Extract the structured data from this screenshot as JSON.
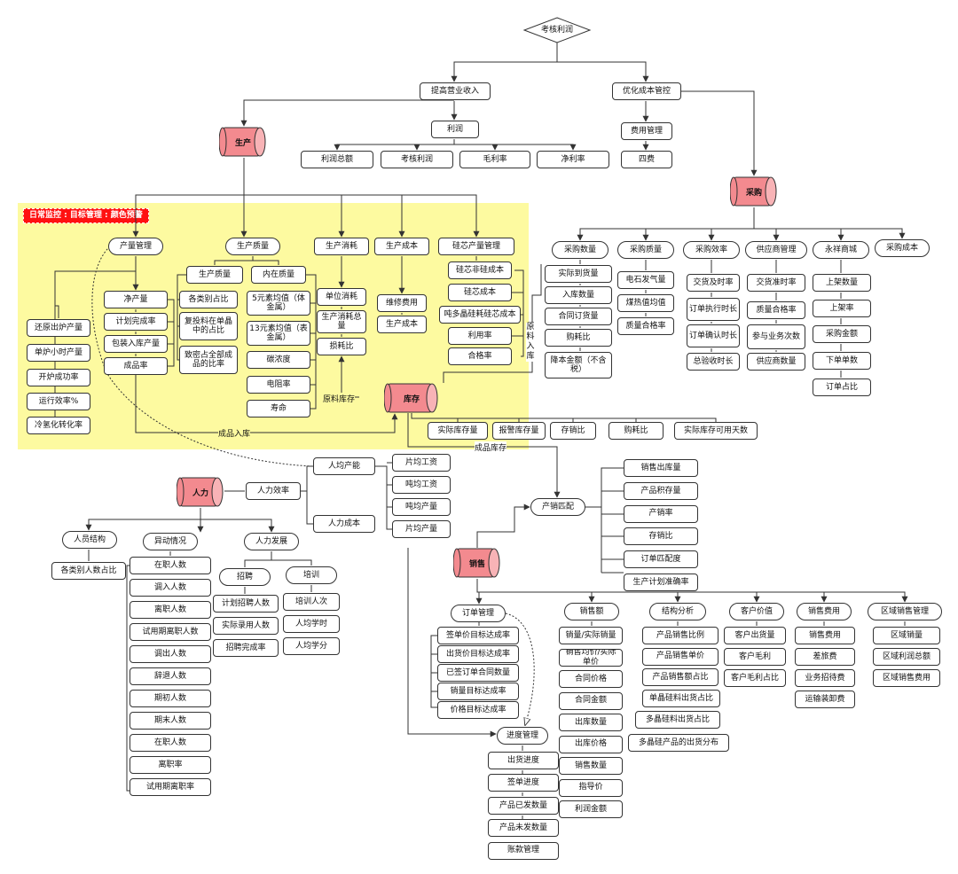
{
  "root": "考核利润",
  "hubs": {
    "production": "生产",
    "purchasing": "采购",
    "inventory": "库存",
    "hr": "人力",
    "sales": "销售"
  },
  "monitor_tag": "日常监控 : 目标管理 : 颜色预警",
  "level1": {
    "revenue": "提高营业收入",
    "cost": "优化成本管控",
    "profit": "利润",
    "fee_mgmt": "费用管理",
    "four_fees": "四费"
  },
  "profit_items": [
    "利润总额",
    "考核利润",
    "毛利率",
    "净利率"
  ],
  "production": {
    "output": {
      "title": "产量管理",
      "net": "净产量",
      "net_sub": [
        "计划完成率",
        "包装入库产量",
        "成品率"
      ],
      "left": [
        "还原出炉产量",
        "单炉小时产量",
        "开炉成功率",
        "运行效率%",
        "冷氢化转化率"
      ]
    },
    "quality": {
      "title": "生产质量",
      "prod_q": {
        "title": "生产质量",
        "items": [
          "各类别占比",
          "复投料在单晶中的占比",
          "致密占全部成品的比率"
        ]
      },
      "inner_q": {
        "title": "内在质量",
        "items": [
          "5元素均值（体金属）",
          "13元素均值（表金属）",
          "碳浓度",
          "电阻率",
          "寿命"
        ]
      }
    },
    "consumption": {
      "title": "生产消耗",
      "items": [
        "单位消耗",
        "生产消耗总量",
        "损耗比"
      ]
    },
    "cost": {
      "title": "生产成本",
      "items": [
        "维修费用",
        "生产成本"
      ]
    },
    "silicon": {
      "title": "硅芯产量管理",
      "items": [
        "硅芯非硅成本",
        "硅芯成本",
        "吨多晶硅耗硅芯成本",
        "利用率",
        "合格率"
      ]
    }
  },
  "purchasing": {
    "groups": [
      {
        "title": "采购数量",
        "items": [
          "实际到货量",
          "入库数量",
          "合同订货量",
          "购耗比",
          "降本金额（不含税）"
        ]
      },
      {
        "title": "采购质量",
        "items": [
          "电石发气量",
          "煤热值均值",
          "质量合格率"
        ]
      },
      {
        "title": "采购效率",
        "items": [
          "交货及时率",
          "订单执行时长",
          "订单确认时长",
          "总验收时长"
        ]
      },
      {
        "title": "供应商管理",
        "items": [
          "交货准时率",
          "质量合格率",
          "参与业务次数",
          "供应商数量"
        ]
      },
      {
        "title": "永祥商城",
        "items": [
          "上架数量",
          "上架率",
          "采购金额",
          "下单单数",
          "订单占比"
        ]
      },
      {
        "title": "采购成本",
        "items": []
      }
    ]
  },
  "inventory": {
    "items": [
      "实际库存量",
      "报警库存量",
      "存销比",
      "购耗比",
      "实际库存可用天数"
    ],
    "raw_in": "原料库存",
    "raw_in_vertical": "原料入库",
    "finished_in": "成品入库",
    "finished_stock": "成品库存"
  },
  "hr": {
    "efficiency": "人力效率",
    "per_output": "人均产能",
    "per_cost": "人力成本",
    "efficiency_items": [
      "片均工资",
      "吨均工资",
      "吨均产量",
      "片均产量"
    ],
    "structure": {
      "title": "人员结构",
      "items": [
        "各类别人数占比"
      ]
    },
    "changes": {
      "title": "异动情况",
      "items": [
        "在职人数",
        "调入人数",
        "离职人数",
        "试用期离职人数",
        "调出人数",
        "辞退人数",
        "期初人数",
        "期末人数",
        "在职人数",
        "离职率",
        "试用期离职率"
      ]
    },
    "development": {
      "title": "人力发展"
    },
    "recruit": {
      "title": "招聘",
      "items": [
        "计划招聘人数",
        "实际录用人数",
        "招聘完成率"
      ]
    },
    "training": {
      "title": "培训",
      "items": [
        "培训人次",
        "人均学时",
        "人均学分"
      ]
    }
  },
  "match": {
    "title": "产销匹配",
    "items": [
      "销售出库量",
      "产品积存量",
      "产销率",
      "存销比",
      "订单匹配度",
      "生产计划准确率"
    ]
  },
  "sales": {
    "order": {
      "title": "订单管理",
      "items": [
        "签单价目标达成率",
        "出货价目标达成率",
        "已签订单合同数量",
        "销量目标达成率",
        "价格目标达成率"
      ]
    },
    "progress": {
      "title": "进度管理",
      "items": [
        "出货进度",
        "签单进度",
        "产品已发数量",
        "产品未发数量",
        "账款管理"
      ]
    },
    "amount": {
      "title": "销售额",
      "items": [
        "销量/实际销量",
        "销售均价/实际单价",
        "合同价格",
        "合同金额",
        "出库数量",
        "出库价格",
        "销售数量",
        "指导价",
        "利润金额"
      ]
    },
    "structure": {
      "title": "结构分析",
      "items": [
        "产品销售比例",
        "产品销售单价",
        "产品销售额占比",
        "单晶硅料出货占比",
        "多晶硅料出货占比",
        "多晶硅产品的出货分布"
      ]
    },
    "customer": {
      "title": "客户价值",
      "items": [
        "客户出货量",
        "客户毛利",
        "客户毛利占比"
      ]
    },
    "expense": {
      "title": "销售费用",
      "items": [
        "销售费用",
        "差旅费",
        "业务招待费",
        "运输装卸费"
      ]
    },
    "region": {
      "title": "区域销售管理",
      "items": [
        "区域销量",
        "区域利润总额",
        "区域销售费用"
      ]
    }
  },
  "colors": {
    "hub_fill": "#f38a8f",
    "hub_top": "#f8b3b6",
    "highlight": "#fdfaa0",
    "tag": "#ff1111",
    "line": "#333333"
  }
}
